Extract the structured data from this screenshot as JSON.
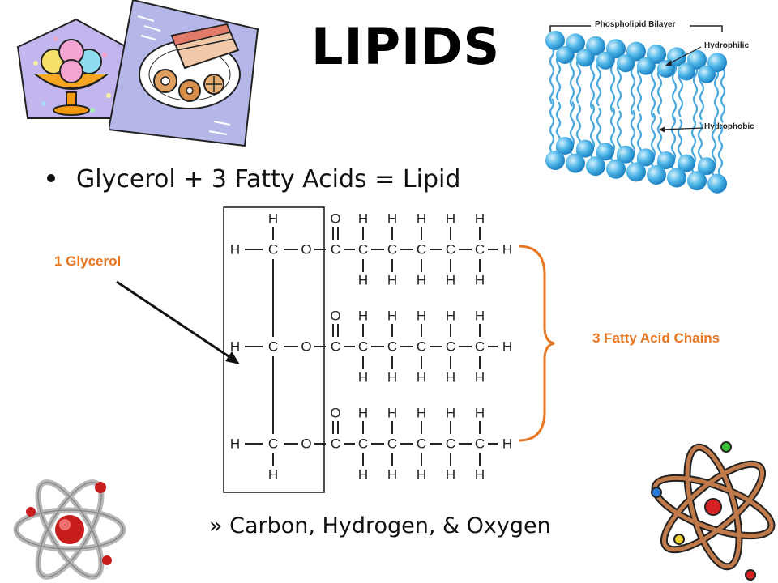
{
  "title": "LIPIDS",
  "bullet": "Glycerol + 3 Fatty Acids = Lipid",
  "sub_bullet": "» Carbon, Hydrogen, & Oxygen",
  "labels": {
    "glycerol": "1 Glycerol",
    "fatty_acids": "3 Fatty Acid Chains"
  },
  "bilayer": {
    "title": "Phospholipid Bilayer",
    "hydrophilic": "Hydrophilic",
    "hydrophobic": "Hydrophobic"
  },
  "atoms": {
    "H": "H",
    "C": "C",
    "O": "O"
  },
  "colors": {
    "accent": "#e87722",
    "bilayer_head": "#4fb6e8",
    "atom_orbit": "#b06a3c",
    "nucleus": "#d42020"
  },
  "icons": [
    "ice-cream-sundae-icon",
    "dessert-plate-icon",
    "atom-icon"
  ]
}
